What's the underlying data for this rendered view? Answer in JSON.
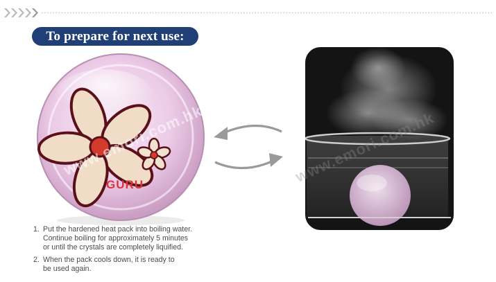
{
  "title": "To prepare for next use:",
  "pack_brand": "GURU",
  "watermark": "www.emori.com.hk",
  "steps": [
    {
      "number": "1.",
      "lines": [
        "Put the hardened heat pack into boiling water.",
        "Continue boiling for approximately 5 minutes",
        "or until the crystals are completely liquified."
      ]
    },
    {
      "number": "2.",
      "lines": [
        "When the pack cools down, it is ready to",
        "be used again."
      ]
    }
  ],
  "colors": {
    "title_bg": "#1f3f76",
    "arrow": "#9a9a9a",
    "pack_pink": "#e9c9e4",
    "petal": "#f1dcc8",
    "petal_outline": "#5a1018",
    "brand_red": "#d8363b"
  },
  "icons": [
    "chevron-right-icon",
    "swap-arrows-icon"
  ]
}
